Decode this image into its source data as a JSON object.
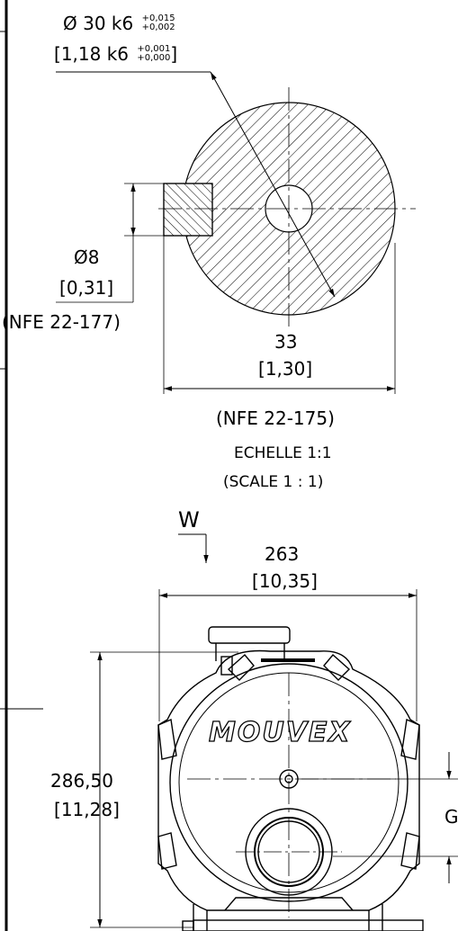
{
  "section_detail": {
    "shaft_diameter": {
      "symbol": "Ø",
      "value": "30 k6",
      "tol_upper": "+0,015",
      "tol_lower": "+0,002",
      "imperial_value": "1,18 k6",
      "imperial_tol_upper": "+0,001",
      "imperial_tol_lower": "+0,000"
    },
    "key_width": {
      "symbol": "Ø",
      "value": "8",
      "imperial": "0,31",
      "standard": "(NFE 22-177)"
    },
    "shaft_height": {
      "value": "33",
      "imperial": "1,30",
      "standard": "(NFE 22-175)"
    },
    "scale": {
      "fr": "ECHELLE 1:1",
      "en": "(SCALE 1 : 1)"
    }
  },
  "front_view": {
    "view_label": "W",
    "width": {
      "value": "263",
      "imperial": "10,35"
    },
    "height": {
      "value": "286,50",
      "imperial": "11,28"
    },
    "brand": "MOUVEX",
    "side_label": "G"
  }
}
